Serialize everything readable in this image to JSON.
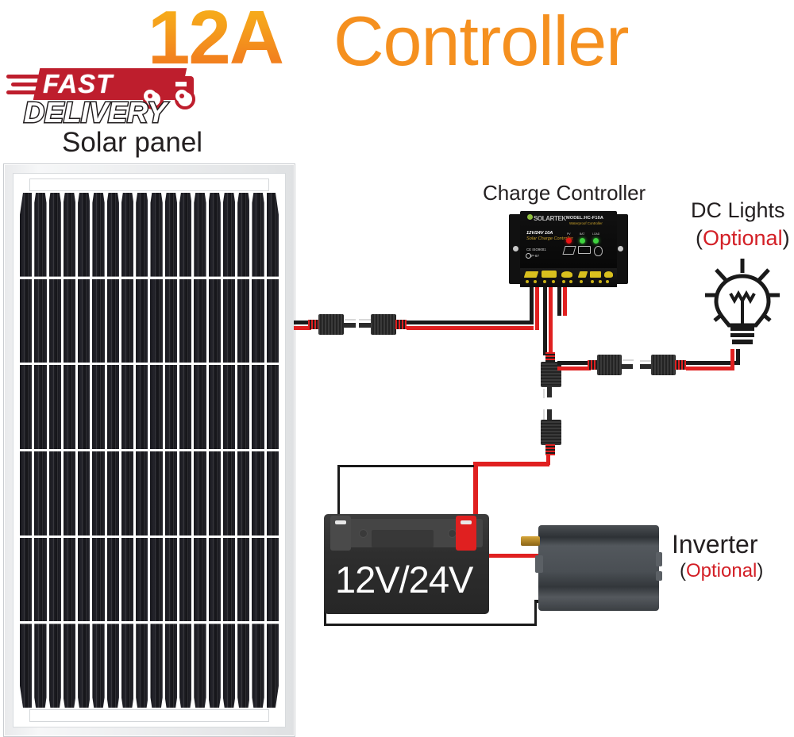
{
  "title": {
    "amps": "12A",
    "product": "Controller"
  },
  "badge": {
    "line1": "FAST",
    "line2": "DELIVERY",
    "truck_icon": "delivery-truck-icon"
  },
  "labels": {
    "solar_panel": "Solar panel",
    "charge_controller": "Charge Controller",
    "dc_lights": "DC Lights",
    "dc_lights_optional_open": "(",
    "dc_lights_optional_word": "Optional",
    "dc_lights_optional_close": ")",
    "inverter": "Inverter",
    "inverter_optional_open": "(",
    "inverter_optional_word": "Optional",
    "inverter_optional_close": ")"
  },
  "battery": {
    "voltage_text": "12V/24V",
    "positive_terminal": "positive-terminal",
    "negative_terminal": "negative-terminal"
  },
  "controller": {
    "brand": "SOLARTEK",
    "model": "MODEL:HC-F10A",
    "model_sub": "Waterproof Controller",
    "voltage": "12V/24V 10A",
    "type": "Solar Charge Controller",
    "cert": "CE  ISO9001",
    "ip_rating": "IP-67",
    "leds": [
      {
        "name": "PV",
        "label": "PV",
        "color": "#E81414"
      },
      {
        "name": "BAT",
        "label": "BAT",
        "color": "#3FD43F"
      },
      {
        "name": "LOAD",
        "label": "LOAD",
        "color": "#3FD43F"
      }
    ],
    "terminal_groups": [
      "solar-terminals",
      "load-terminals"
    ]
  },
  "colors": {
    "title_amp_start": "#F7B417",
    "title_amp_end": "#F07C1F",
    "title_word": "#F5901F",
    "badge_red": "#BE1E2D",
    "optional_red": "#D31F26",
    "wire_positive": "#E02020",
    "wire_negative": "#1a1a1a",
    "battery_positive": "#E02020",
    "terminal_yellow": "#D9C01E"
  },
  "diagram": {
    "type": "solar-wiring-diagram",
    "components": [
      "solar-panel",
      "charge-controller",
      "battery",
      "inverter",
      "dc-lights"
    ],
    "connectors": "SAE-connectors"
  }
}
